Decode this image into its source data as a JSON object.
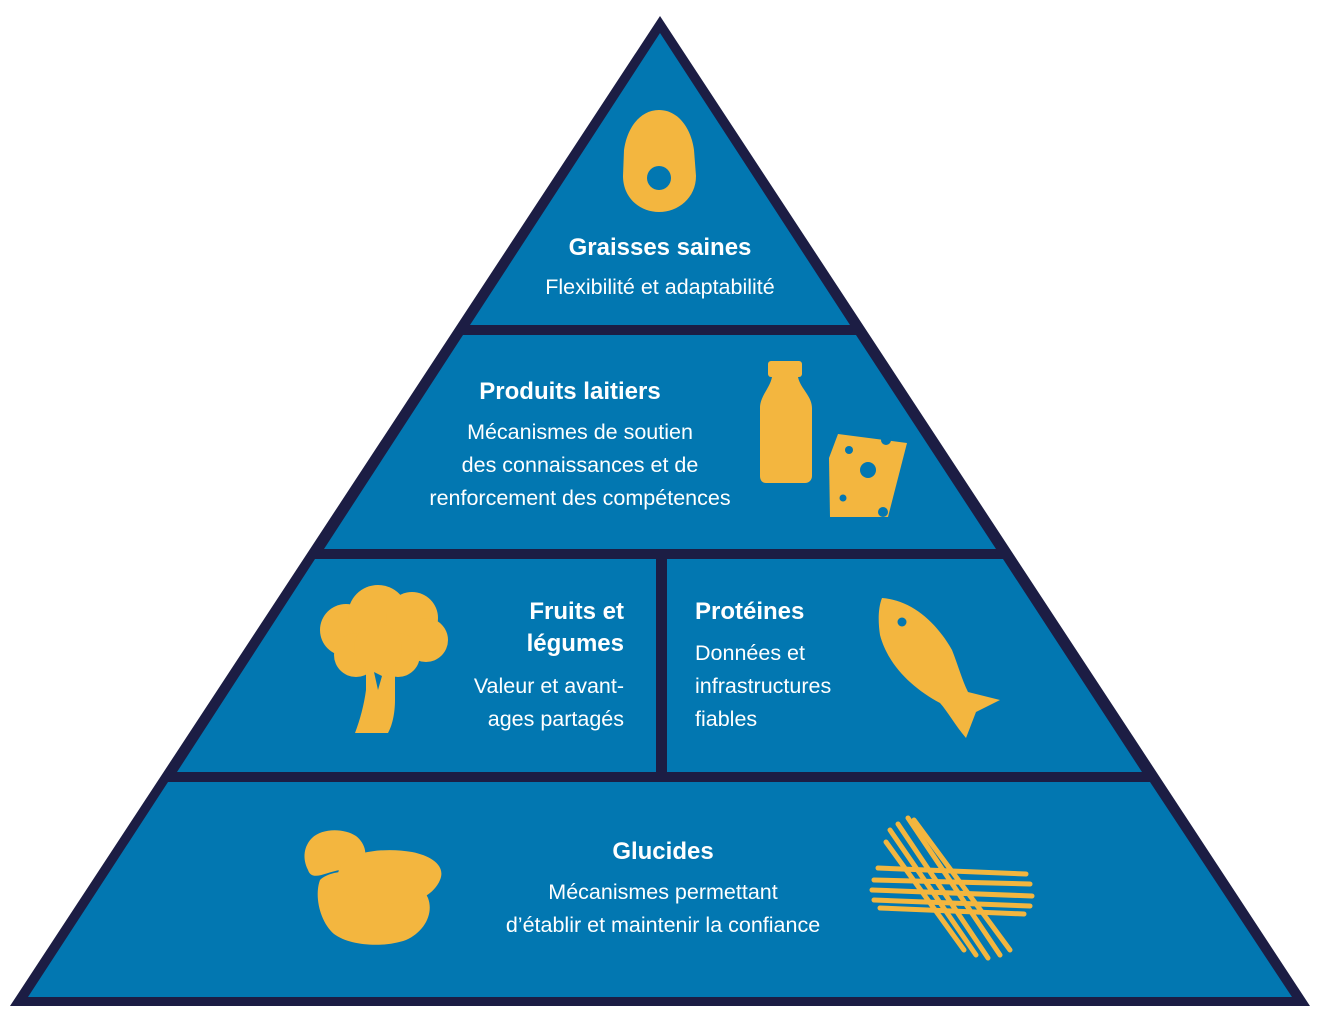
{
  "colors": {
    "tier_fill": "#0277b1",
    "outline": "#1c1d44",
    "icon": "#f3b63f",
    "text": "#ffffff"
  },
  "tiers": {
    "top": {
      "title": "Graisses saines",
      "subtitle": "Flexibilité et adaptabilité",
      "icon": "avocado-icon"
    },
    "second": {
      "title": "Produits laitiers",
      "subtitle_lines": [
        "Mécanismes de soutien",
        "des connaissances et de",
        "renforcement des compétences"
      ],
      "icons": [
        "milk-bottle-icon",
        "cheese-icon"
      ]
    },
    "third_left": {
      "title_lines": [
        "Fruits et",
        "légumes"
      ],
      "subtitle_lines": [
        "Valeur et avant-",
        "ages partagés"
      ],
      "icon": "broccoli-icon"
    },
    "third_right": {
      "title": "Protéines",
      "subtitle_lines": [
        "Données et",
        "infrastructures",
        "fiables"
      ],
      "icon": "fish-icon"
    },
    "bottom": {
      "title": "Glucides",
      "subtitle_lines": [
        "Mécanismes permettant",
        "d’établir et maintenir la confiance"
      ],
      "icons": [
        "potatoes-icon",
        "spaghetti-icon"
      ]
    }
  }
}
